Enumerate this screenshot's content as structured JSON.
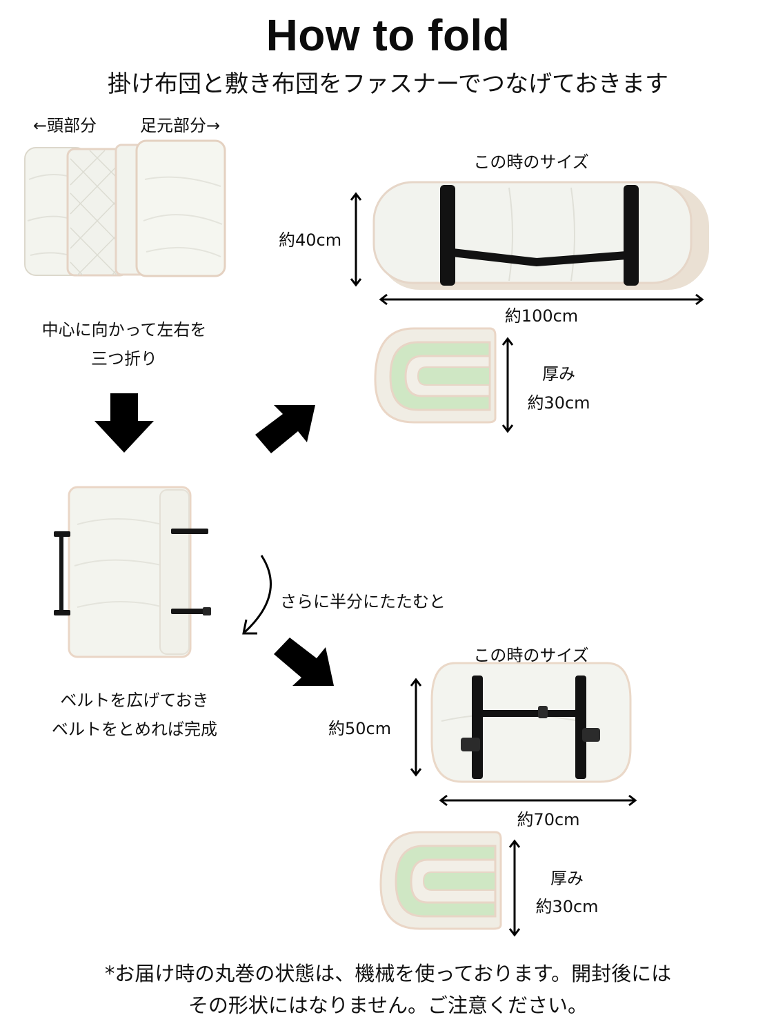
{
  "header": {
    "title": "How to fold",
    "subtitle": "掛け布団と敷き布団をファスナーでつなげておきます"
  },
  "step1": {
    "head_label": "←頭部分",
    "foot_label": "足元部分→",
    "instruction_line1": "中心に向かって左右を",
    "instruction_line2": "三つ折り"
  },
  "size_a": {
    "caption": "この時のサイズ",
    "height": "約40cm",
    "width": "約100cm",
    "thickness_label": "厚み",
    "thickness": "約30cm"
  },
  "step2": {
    "instruction_line1": "ベルトを広げておき",
    "instruction_line2": "ベルトをとめれば完成",
    "fold_note": "さらに半分にたたむと"
  },
  "size_b": {
    "caption": "この時のサイズ",
    "height": "約50cm",
    "width": "約70cm",
    "thickness_label": "厚み",
    "thickness": "約30cm"
  },
  "footer": {
    "line1": "*お届け時の丸巻の状態は、機械を使っております。開封後には",
    "line2": "その形状にはなりません。ご注意ください。"
  },
  "colors": {
    "futon_body": "#f4f5ef",
    "futon_edge": "#e9d6c8",
    "futon_lining": "#cfe7c4",
    "belt": "#111111",
    "arrow": "#000000"
  }
}
